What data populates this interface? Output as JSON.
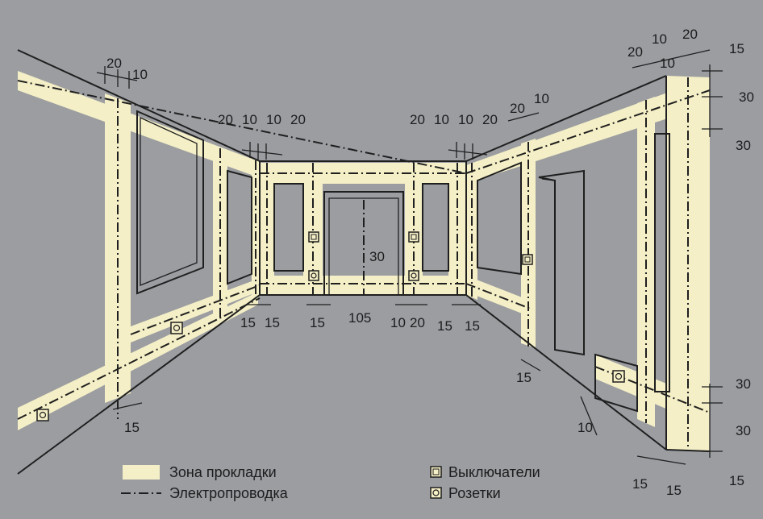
{
  "dimensions": {
    "left_top_20": "20",
    "left_top_10": "10",
    "left_back_20a": "20",
    "left_back_10a": "10",
    "left_back_10b": "10",
    "left_back_20b": "20",
    "right_back_20a": "20",
    "right_back_10a": "10",
    "right_back_10b": "10",
    "right_back_20b": "20",
    "right_mid_20": "20",
    "right_mid_10": "10",
    "far_right_20a": "20",
    "far_right_10a": "10",
    "far_right_20b": "20",
    "far_right_10b": "10",
    "far_right_15": "15",
    "far_right_30a": "30",
    "far_right_30b": "30",
    "door_30": "30",
    "floor_15a": "15",
    "floor_15b": "15",
    "floor_15c": "15",
    "floor_105": "105",
    "floor_10": "10",
    "floor_20": "20",
    "floor_15d": "15",
    "floor_15e": "15",
    "right_door_15": "15",
    "left_bottom_15": "15",
    "right_bottom_10": "10",
    "bottom_right_30a": "30",
    "bottom_right_30b": "30",
    "bottom_15a": "15",
    "bottom_15b": "15",
    "bottom_15c": "15"
  },
  "legend": {
    "zone_label": "Зона прокладки",
    "wiring_label": "Электропроводка",
    "switch_label": "Выключатели",
    "socket_label": "Розетки"
  },
  "colors": {
    "background": "#9b9da1",
    "zone": "#f4efc6",
    "line": "#1f1f1f"
  }
}
